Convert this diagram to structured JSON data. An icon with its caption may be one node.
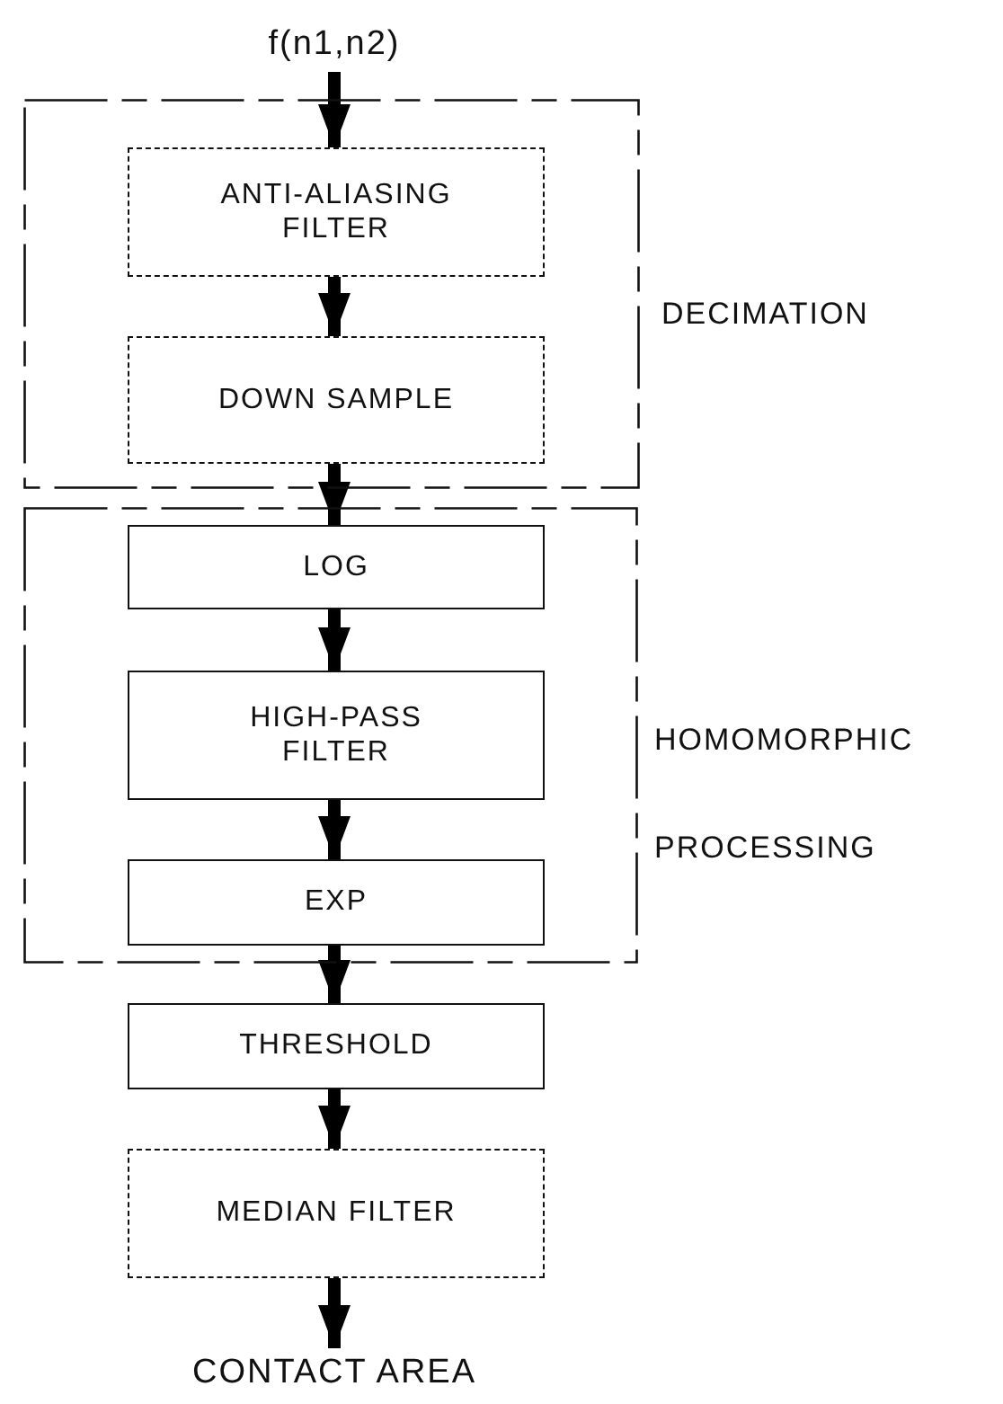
{
  "diagram": {
    "nodes": [
      {
        "text": [
          "f(n1,n2)"
        ]
      },
      {
        "text": [
          "DECIMATION"
        ]
      },
      {
        "text": [
          "ANTI-ALIASING FILTER"
        ],
        "in": 1
      },
      {
        "text": [
          "DOWN SAMPLE"
        ],
        "in": 1
      },
      {
        "text": [
          "HOMOMORPHIC PROCESSING"
        ]
      },
      {
        "text": [
          "LOG"
        ],
        "in": 4
      },
      {
        "text": [
          "HIGH-PASS FILTER"
        ],
        "in": 4
      },
      {
        "text": [
          "EXP"
        ],
        "in": 4
      },
      {
        "text": [
          "THRESHOLD"
        ]
      },
      {
        "text": [
          "MEDIAN FILTER"
        ]
      },
      {
        "text": [
          "CONTACT AREA"
        ]
      }
    ],
    "edges": [
      {
        "from": 0,
        "to": 2,
        "arrow": "to"
      },
      {
        "from": 2,
        "to": 3,
        "arrow": "to"
      },
      {
        "from": 3,
        "to": 5,
        "arrow": "to"
      },
      {
        "from": 5,
        "to": 6,
        "arrow": "to"
      },
      {
        "from": 6,
        "to": 7,
        "arrow": "to"
      },
      {
        "from": 7,
        "to": 8,
        "arrow": "to"
      },
      {
        "from": 8,
        "to": 9,
        "arrow": "to"
      },
      {
        "from": 9,
        "to": 10,
        "arrow": "to"
      }
    ]
  }
}
